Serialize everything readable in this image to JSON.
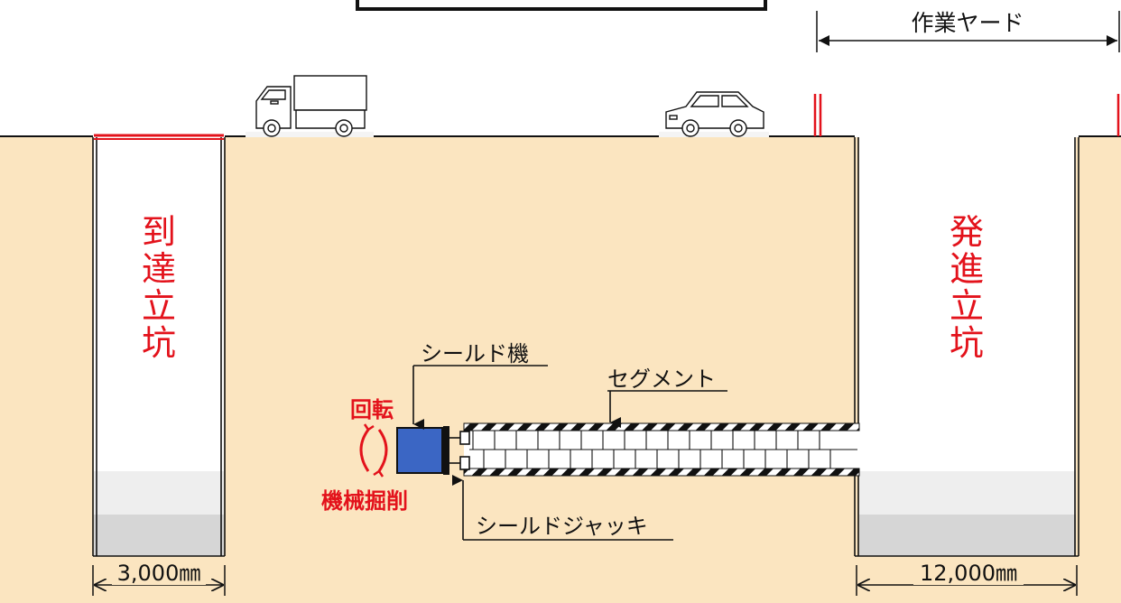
{
  "labels": {
    "work_yard": "作業ヤード",
    "arrival_shaft": [
      "到",
      "達",
      "立",
      "坑"
    ],
    "launch_shaft": [
      "発",
      "進",
      "立",
      "坑"
    ],
    "shield_machine": "シールド機",
    "segment": "セグメント",
    "shield_jack": "シールドジャッキ",
    "rotation": "回転",
    "mechanical_excavation": "機械掘削",
    "dim_arrival_width": "3,000㎜",
    "dim_launch_width": "12,000㎜"
  },
  "colors": {
    "ground": "#fbe5c0",
    "shaft_floor_light": "#eeeeee",
    "shaft_floor_dark": "#d6d6d6",
    "shield_body": "#3b66c4",
    "accent_red": "#e3121b"
  },
  "icons": [
    "truck-icon",
    "car-icon"
  ]
}
